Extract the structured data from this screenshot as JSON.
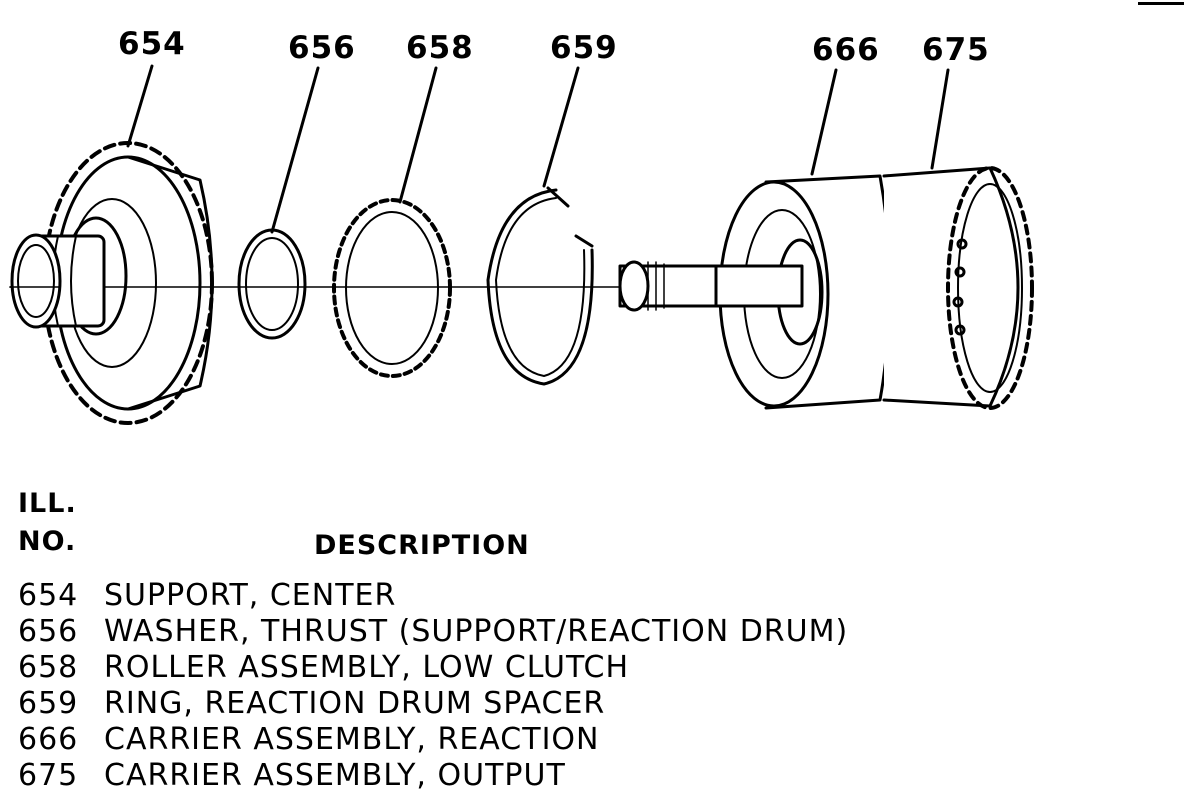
{
  "callouts": [
    "654",
    "656",
    "658",
    "659",
    "666",
    "675"
  ],
  "legend": {
    "ill_label": "ILL.",
    "no_label": "NO.",
    "description_header": "DESCRIPTION",
    "rows": [
      {
        "no": "654",
        "desc": "SUPPORT, CENTER"
      },
      {
        "no": "656",
        "desc": "WASHER, THRUST (SUPPORT/REACTION DRUM)"
      },
      {
        "no": "658",
        "desc": "ROLLER ASSEMBLY, LOW CLUTCH"
      },
      {
        "no": "659",
        "desc": "RING, REACTION DRUM SPACER"
      },
      {
        "no": "666",
        "desc": "CARRIER ASSEMBLY, REACTION"
      },
      {
        "no": "675",
        "desc": "CARRIER ASSEMBLY, OUTPUT"
      }
    ]
  }
}
